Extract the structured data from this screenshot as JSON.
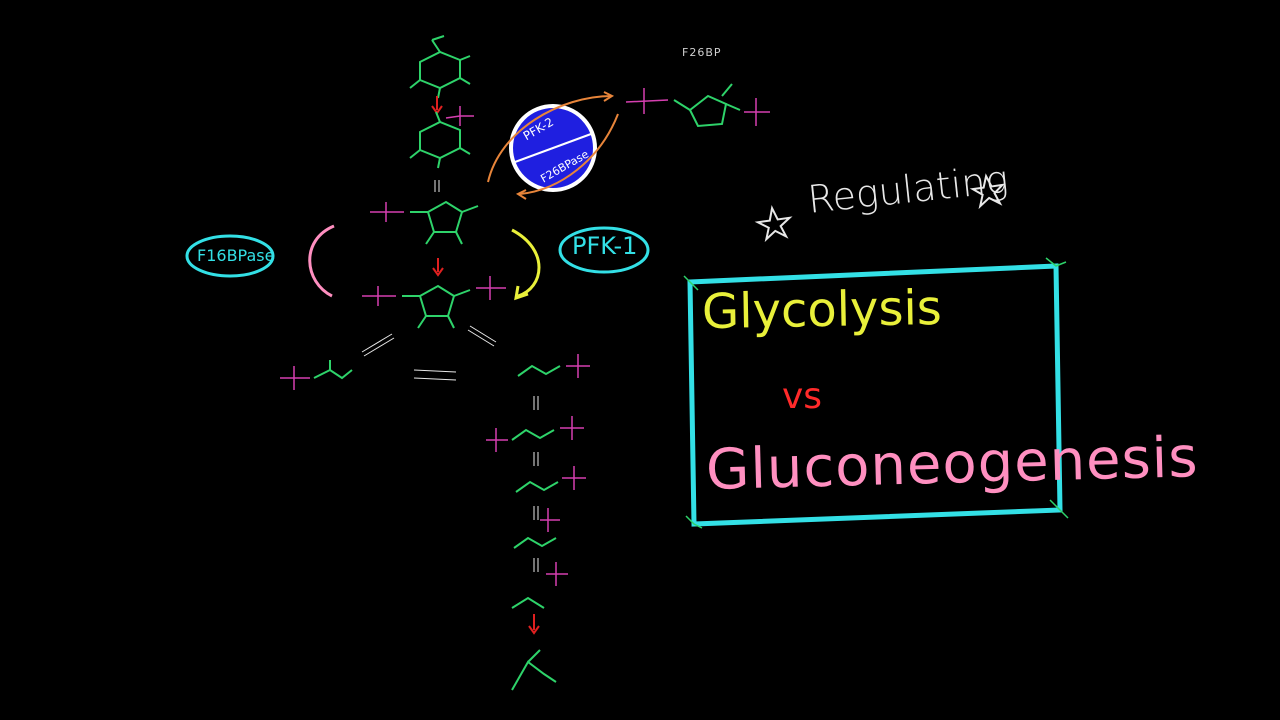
{
  "labels": {
    "f26bp": "F26BP",
    "pfk2": "PFK-2",
    "f26bpase": "F26BPase",
    "pfk1": "PFK-1",
    "f16bpase": "F16BPase"
  },
  "title": {
    "regulating": "Regulating",
    "glycolysis": "Glycolysis",
    "vs": "vs",
    "gluconeogenesis": "Gluconeogenesis"
  },
  "colors": {
    "background": "#000000",
    "molecule": "#2ed36a",
    "phosphate": "#d63fb0",
    "cyan": "#33e0e6",
    "enzyme_blue": "#1f1fe0",
    "orange_arrow": "#e8853a",
    "red_arrow": "#e02020",
    "yellow": "#e9f03a",
    "pink": "#ff8fc0"
  },
  "icons": {
    "star": "star-icon"
  }
}
